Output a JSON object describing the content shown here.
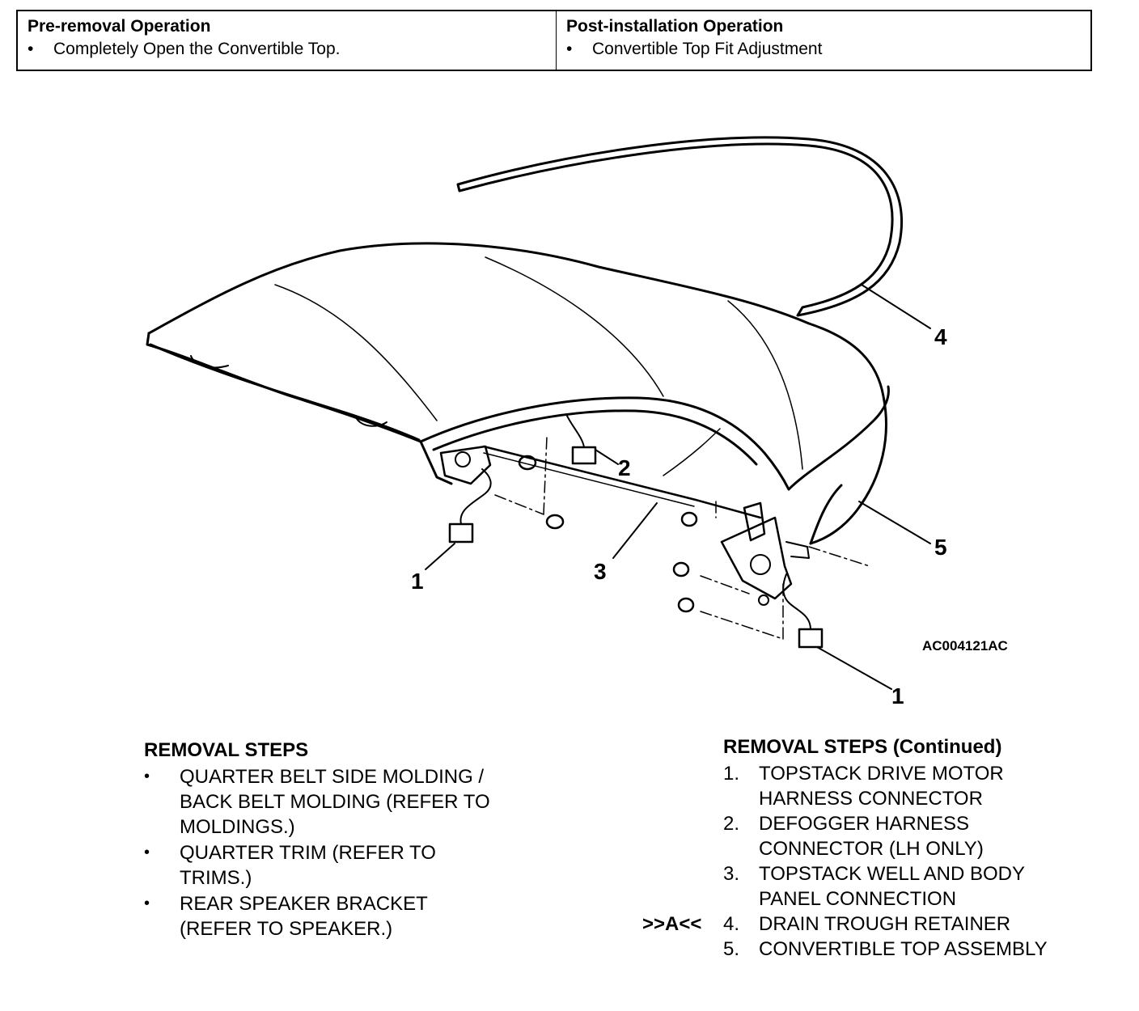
{
  "ops_table": {
    "pre_removal": {
      "heading": "Pre-removal Operation",
      "items": [
        "Completely Open the Convertible Top."
      ]
    },
    "post_installation": {
      "heading": "Post-installation Operation",
      "items": [
        "Convertible Top Fit Adjustment"
      ]
    },
    "bullet": "•"
  },
  "diagram": {
    "callouts": [
      "1",
      "2",
      "3",
      "4",
      "5",
      "1"
    ],
    "image_code": "AC004121AC"
  },
  "removal_steps": {
    "heading": "REMOVAL STEPS",
    "bullet": "•",
    "items": [
      [
        "QUARTER BELT SIDE MOLDING /",
        "BACK BELT MOLDING (REFER TO",
        "MOLDINGS.)"
      ],
      [
        "QUARTER TRIM (REFER TO",
        "TRIMS.)"
      ],
      [
        "REAR SPEAKER BRACKET",
        "(REFER TO SPEAKER.)"
      ]
    ]
  },
  "removal_steps_continued": {
    "heading": "REMOVAL STEPS (Continued)",
    "items": [
      {
        "num": "1.",
        "lines": [
          "TOPSTACK DRIVE MOTOR",
          "HARNESS CONNECTOR"
        ],
        "marker": ""
      },
      {
        "num": "2.",
        "lines": [
          "DEFOGGER HARNESS",
          "CONNECTOR (LH ONLY)"
        ],
        "marker": ""
      },
      {
        "num": "3.",
        "lines": [
          "TOPSTACK WELL AND BODY",
          "PANEL CONNECTION"
        ],
        "marker": ""
      },
      {
        "num": "4.",
        "lines": [
          "DRAIN TROUGH RETAINER"
        ],
        "marker": ">>A<<"
      },
      {
        "num": "5.",
        "lines": [
          "CONVERTIBLE TOP ASSEMBLY"
        ],
        "marker": ""
      }
    ]
  }
}
